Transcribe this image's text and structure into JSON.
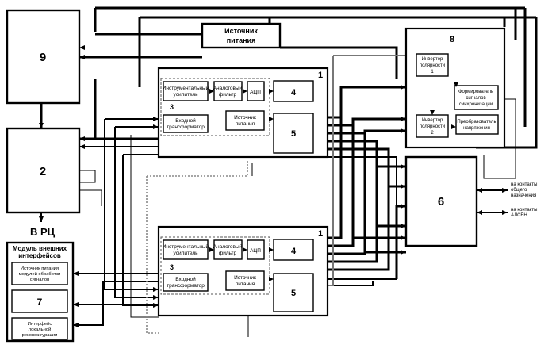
{
  "blocks": {
    "b9": "9",
    "b2": "2",
    "b6": "6",
    "b8": "8",
    "b7": "7",
    "b1_top": "1",
    "b1_bot": "1",
    "b3_top": "3",
    "b3_bot": "3",
    "b4_top": "4",
    "b4_bot": "4",
    "b5_top": "5",
    "b5_bot": "5"
  },
  "labels": {
    "power_source": [
      "Источник",
      "питания"
    ],
    "to_rc": "В РЦ",
    "ext_module": [
      "Модуль внешних",
      "интерфейсов"
    ],
    "ext_power": [
      "Источник питания",
      "модулей обработки",
      "сигналов"
    ],
    "local_reconf": [
      "Интерфейс",
      "локальной",
      "реконфигурации"
    ],
    "instr_amp": [
      "Инструментальный",
      "усилитель"
    ],
    "analog_filter": [
      "Аналоговый",
      "фильтр"
    ],
    "adc": "АЦП",
    "input_transformer": [
      "Входной",
      "трансформатор"
    ],
    "inner_power": [
      "Источник",
      "питания"
    ],
    "inverter1": [
      "Инвертор",
      "полярности",
      "1"
    ],
    "inverter2": [
      "Инвертор",
      "полярности",
      "2"
    ],
    "sync_former": [
      "Формирователь",
      "сигналов",
      "синхронизации"
    ],
    "voltage_conv": [
      "Преобразователь",
      "напряжения"
    ],
    "contacts_general": [
      "на контакты",
      "общего",
      "назначения"
    ],
    "contacts_alsen": [
      "на контакты",
      "АЛСЕН"
    ]
  }
}
